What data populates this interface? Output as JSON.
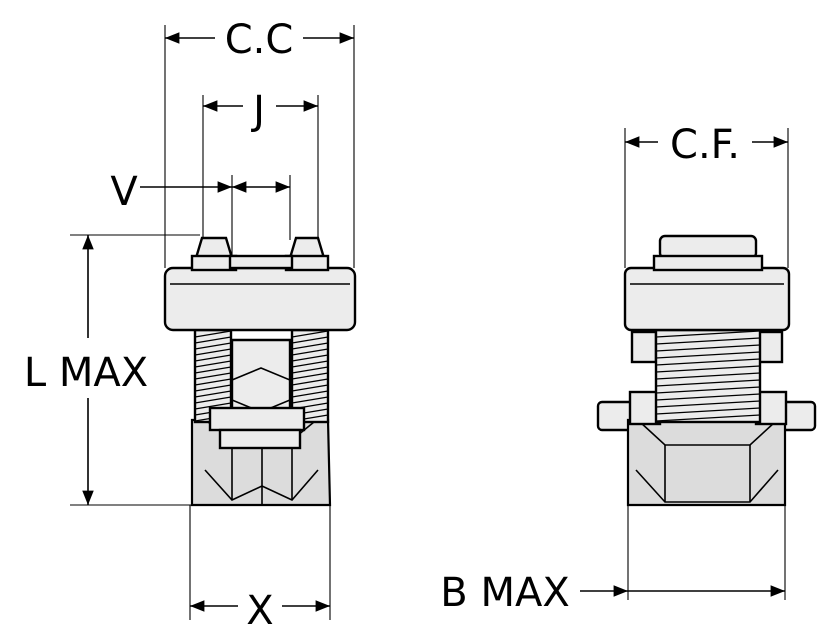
{
  "dimensions": {
    "cc": "C.C",
    "j": "J",
    "v": "V",
    "l_max": "L MAX",
    "x": "X",
    "cf": "C.F.",
    "b_max": "B MAX"
  }
}
